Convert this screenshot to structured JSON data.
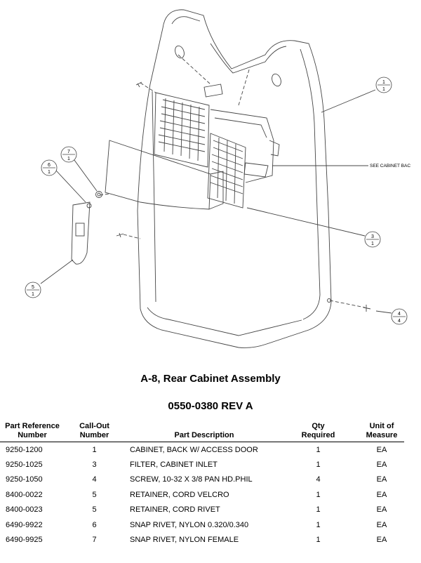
{
  "diagram": {
    "callouts": [
      {
        "top": "1",
        "bottom": "1"
      },
      {
        "top": "7",
        "bottom": "1"
      },
      {
        "top": "6",
        "bottom": "1"
      },
      {
        "top": "3",
        "bottom": "1"
      },
      {
        "top": "5",
        "bottom": "1"
      },
      {
        "top": "4",
        "bottom": "4"
      }
    ],
    "note": "SEE CABINET BAC"
  },
  "titles": {
    "assembly": "A-8, Rear Cabinet Assembly",
    "part_number": "0550-0380 REV A"
  },
  "table": {
    "headers": {
      "ref_line1": "Part Reference",
      "ref_line2": "Number",
      "callout_line1": "Call-Out",
      "callout_line2": "Number",
      "description": "Part Description",
      "qty_line1": "Qty",
      "qty_line2": "Required",
      "unit_line1": "Unit of",
      "unit_line2": "Measure"
    },
    "rows": [
      {
        "ref": "9250-1200",
        "callout": "1",
        "desc": "CABINET, BACK W/ ACCESS DOOR",
        "qty": "1",
        "unit": "EA"
      },
      {
        "ref": "9250-1025",
        "callout": "3",
        "desc": "FILTER, CABINET INLET",
        "qty": "1",
        "unit": "EA"
      },
      {
        "ref": "9250-1050",
        "callout": "4",
        "desc": "SCREW, 10-32 X 3/8 PAN HD.PHIL",
        "qty": "4",
        "unit": "EA"
      },
      {
        "ref": "8400-0022",
        "callout": "5",
        "desc": "RETAINER, CORD VELCRO",
        "qty": "1",
        "unit": "EA"
      },
      {
        "ref": "8400-0023",
        "callout": "5",
        "desc": "RETAINER, CORD RIVET",
        "qty": "1",
        "unit": "EA"
      },
      {
        "ref": "6490-9922",
        "callout": "6",
        "desc": "SNAP RIVET, NYLON 0.320/0.340",
        "qty": "1",
        "unit": "EA"
      },
      {
        "ref": "6490-9925",
        "callout": "7",
        "desc": "SNAP RIVET, NYLON FEMALE",
        "qty": "1",
        "unit": "EA"
      }
    ]
  }
}
